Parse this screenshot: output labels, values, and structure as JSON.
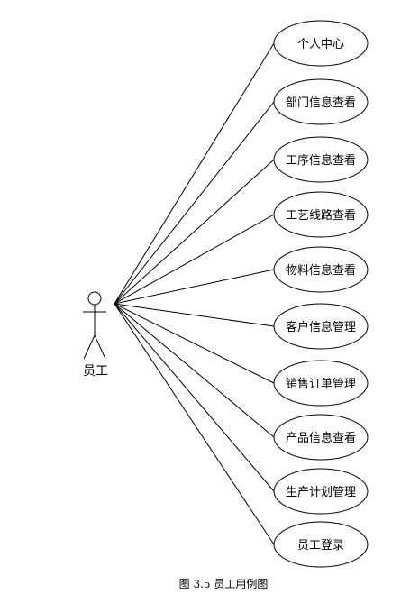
{
  "actor": {
    "label": "员工"
  },
  "use_cases": [
    {
      "label": "个人中心"
    },
    {
      "label": "部门信息查看"
    },
    {
      "label": "工序信息查看"
    },
    {
      "label": "工艺线路查看"
    },
    {
      "label": "物料信息查看"
    },
    {
      "label": "客户信息管理"
    },
    {
      "label": "销售订单管理"
    },
    {
      "label": "产品信息查看"
    },
    {
      "label": "生产计划管理"
    },
    {
      "label": "员工登录"
    }
  ],
  "caption": "图 3.5  员工用例图"
}
